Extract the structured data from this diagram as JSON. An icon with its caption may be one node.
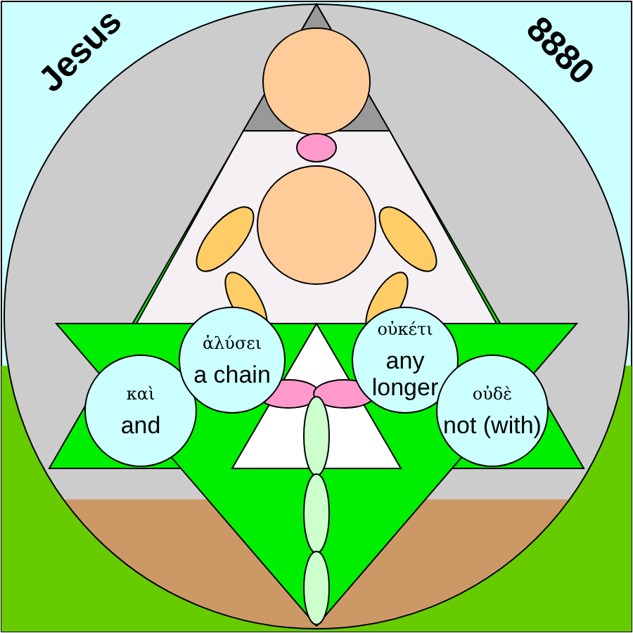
{
  "diagram": {
    "nodes": [
      {
        "text": [
          "καὶ",
          "and"
        ]
      },
      {
        "text": [
          "ἁλύσει",
          "a chain"
        ]
      },
      {
        "text": [
          "οὐκέτι",
          "any longer"
        ]
      },
      {
        "text": [
          "οὐδὲ",
          "not (with)"
        ]
      }
    ],
    "labels": [
      "Jesus",
      "8880"
    ]
  }
}
